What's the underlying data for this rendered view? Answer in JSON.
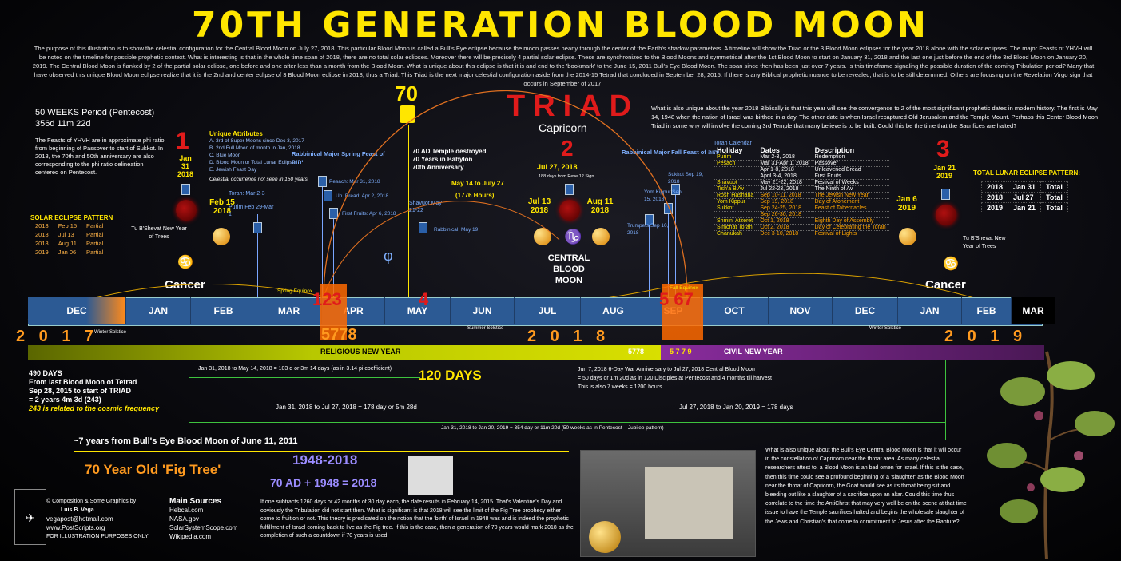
{
  "title": "70TH GENERATION BLOOD MOON",
  "intro": "The purpose of this illustration is to show the celestial configuration for the Central Blood Moon on July 27, 2018. This particular Blood Moon is called a Bull's Eye eclipse because the moon passes nearly through the center of the Earth's shadow parameters. A timeline will show the Triad or the 3 Blood Moon eclipses for the year 2018 alone with the solar eclipses. The major Feasts of YHVH will be noted on the timeline for possible prophetic context. What is interesting is that in the whole time span of 2018, there are no total solar eclipses. Moreover there will be precisely 4 partial solar eclipse. These are synchronized to the Blood Moons and symmetrical after the 1st Blood Moon to start on January 31, 2018 and the last one just before the end of the 3rd Blood Moon on January 20, 2019. The Central Blood Moon is flanked by 2 of the partial solar eclipse, one before and one after less than a month from the Blood Moon. What is unique about this eclipse is that it is and end to the 'bookmark' to the June 15, 2011 Bull's Eye Blood Moon. The span since then has been just over 7 years. Is this timeframe signaling the possible duration of the coming Tribulation period? Many that have observed this unique Blood Moon eclipse realize that it is the 2nd and center eclipse of 3 Blood Moon eclipse in 2018, thus a Triad. This Triad is the next major celestial configuration aside from the 2014-15 Tetrad that concluded in September 28, 2015. If there is any Biblical prophetic nuance to be revealed, that is to be still determined. Others are focusing on the Revelation Virgo sign that occurs in September of 2017.",
  "left": {
    "weeks_title": "50 WEEKS Period (Pentecost)",
    "weeks_value": "356d 11m 22d",
    "feasts_text": "The Feasts of YHVH are in approximate phi ratio from beginning of Passover to start of Sukkot. In 2018, the 70th and 50th anniversary are also corresponding to the phi ratio delineation centered on Pentecost.",
    "solar_title": "SOLAR ECLIPSE PATTERN",
    "solar_rows": [
      [
        "2018",
        "Feb 15",
        "Partial"
      ],
      [
        "2018",
        "Jul 13",
        "Partial"
      ],
      [
        "2018",
        "Aug 11",
        "Partial"
      ],
      [
        "2019",
        "Jan 06",
        "Partial"
      ]
    ]
  },
  "unique": {
    "title": "Unique Attributes",
    "items": [
      "A. 3rd of Super Moons since Dec 3, 2017",
      "B. 2nd Full Moon of month in Jan, 2018",
      "C. Blue Moon",
      "D. Blood Moon or Total Lunar Eclipse",
      "E. Jewish Feast Day"
    ],
    "note": "Celestial occurrence not seen in 150 years"
  },
  "moon1": {
    "num": "1",
    "date": "Jan 31",
    "year": "2018"
  },
  "moon2": {
    "num": "2",
    "date": "Jul 27, 2018",
    "sub": "188 days from Reve 12 Sign",
    "central": "CENTRAL BLOOD MOON"
  },
  "moon3": {
    "num": "3",
    "date": "Jan 21",
    "year": "2019"
  },
  "solar_labels": {
    "feb": "Feb 15 2018",
    "jul": "Jul 13 2018",
    "aug": "Aug 11 2018",
    "jan": "Jan 6 2019"
  },
  "tub_left": "Tu B'Shevat New Year of Trees",
  "tub_right": "Tu B'Shevat New Year of Trees",
  "cancer": "Cancer",
  "capricorn": "Capricorn",
  "triad": "TRIAD",
  "seventy": "70",
  "temple_text": [
    "70 AD Temple destroyed",
    "70 Years in Babylon",
    "70th Anniversary"
  ],
  "rabbinical_spring": "Rabbinical Major Spring Feast of יהוה",
  "rabbinical_fall": "Rabbinical Major Fall Feast of יהוה",
  "feast_marks": {
    "torah": "Torah: Mar 2-3",
    "purim": "Purim Feb 29-Mar 1",
    "pesach": "Pesach: Mar 31, 2018",
    "unbread": "Un. Bread: Apr 2, 2018",
    "firstfruits": "First Fruits: Apr 6, 2018",
    "shavuot": "Shavuot May 21-22",
    "rabbinical_may": "Rabbinical: May 19",
    "sukkot": "Sukkot Sep 19, 2018",
    "yomkippur": "Yom Kippur Sep 15, 2018",
    "trumpets": "Trumpets Sep 10, 2018"
  },
  "may_july": {
    "label": "May 14 to July 27",
    "hours": "(1776 Hours)"
  },
  "months": [
    "DEC",
    "JAN",
    "FEB",
    "MAR",
    "APR",
    "MAY",
    "JUN",
    "JUL",
    "AUG",
    "SEP",
    "OCT",
    "NOV",
    "DEC",
    "JAN",
    "FEB",
    "MAR"
  ],
  "timeline_marks": {
    "spring": "Spring Equinox",
    "fall": "Fall Equinox",
    "winter1": "Winter Solstice",
    "summer": "Summer Solstice",
    "winter2": "Winter Solstice",
    "n123": "123",
    "n4": "4",
    "n567": "5 67",
    "phi": "φ"
  },
  "years": {
    "y2017": "2 0 1 7",
    "y2018": "2 0 1 8",
    "y2019": "2 0 1 9",
    "h5778": "5778",
    "h5778b": "5778",
    "h5779": "5 7 7 9"
  },
  "religious": "RELIGIOUS NEW YEAR",
  "civil": "CIVIL NEW YEAR",
  "days490": [
    "490 DAYS",
    "From last Blood Moon of Tetrad",
    "Sep 28, 2015 to start of TRIAD",
    "= 2 years 4m 3d (243)"
  ],
  "days490_note": "243 is related to the cosmic frequency",
  "span1": "Jan 31, 2018 to May 14, 2018 = 103 d or 3m 14 days (as in 3.14 pi coefficient)",
  "days120": "120 DAYS",
  "span2": "Jun 7, 2018 6-Day War Anniversary to Jul 27, 2018 Central Blood Moon",
  "span2b": "= 50 days or 1m 20d as in 120 Disciples at Pentecost and 4 months till harvest",
  "span2c": "This is also 7 weeks = 1200 hours",
  "span3": "Jan 31, 2018 to Jul 27, 2018 = 178 day or 5m 28d",
  "span4": "Jul 27, 2018 to Jan 20, 2019 = 178 days",
  "span5": "Jan 31, 2018 to Jan 20, 2019 = 354 day or 11m 20d (50 weeks as in Pentecost – Jubilee pattern)",
  "seven_years": "~7 years from Bull's Eye Blood Moon of June 11, 2011",
  "fig_tree": "70 Year Old 'Fig Tree'",
  "y1948": "1948-2018",
  "ad70": "70 AD + 1948 = 2018",
  "credits": {
    "line1": "© Composition & Some Graphics by",
    "name": "Luis B. Vega",
    "email": "vegapost@hotmail.com",
    "site": "www.PostScripts.org",
    "note": "FOR ILLUSTRATION PURPOSES ONLY"
  },
  "sources": {
    "title": "Main Sources",
    "items": [
      "Hebcal.com",
      "NASA.gov",
      "SolarSystemScope.com",
      "Wikipedia.com"
    ]
  },
  "bottom_text": "If one subtracts 1260 days or 42 months of 30 day each, the date results in February 14, 2015. That's Valentine's Day and obviously the Tribulation did not start then. What is significant is that 2018 will see the limit of the Fig Tree prophecy either come to fruition or not. This theory is predicated on the notion that the 'birth' of Israel in 1948 was and is indeed the prophetic fulfillment of Israel coming back to live as the Fig tree. If this is the case, then a generation of 70 years would mark 2018 as the completion of such a countdown if 70 years is used.",
  "right_text": "What is also unique about the year 2018 Biblically is that this year will see the convergence to 2 of the most significant prophetic dates in modern history. The first is May 14, 1948 when the nation of Israel was birthed in a day. The other date is when Israel recaptured Old Jerusalem and the Temple Mount. Perhaps this Center Blood Moon Triad in some why will involve the coming 3rd Temple that many believe is to be built. Could this be the time that the Sacrifices are halted?",
  "capricorn_text": "What is also unique about the Bull's Eye Central Blood Moon is that it will occur in the constellation of Capricorn near the throat area. As many celestial researchers attest to, a Blood Moon is an bad omen for Israel. If this is the case, then this time could see a profound beginning of a 'slaughter' as the Blood Moon near the throat of Capricorn, the Goat would see as its throat being slit and bleeding out like a slaughter of a sacrifice upon an altar. Could this time thus correlate to the time the AntiChrist that may very well be on the scene at that time issue to have the Temple sacrifices halted and begins the wholesale slaughter of the Jews and Christian's that come to commitment to Jesus after the Rapture?",
  "torah_cal": {
    "title": "Torah Calendar",
    "headers": [
      "Holiday",
      "Dates",
      "Description"
    ],
    "rows": [
      [
        "Purim",
        "Mar 2-3, 2018",
        "Redemption"
      ],
      [
        "Pesach",
        "Mar 31-Apr 1, 2018",
        "Passover"
      ],
      [
        "",
        "Apr 1-8, 2018",
        "Unleavened Bread"
      ],
      [
        "",
        "April 3-4, 2018",
        "First Fruits"
      ],
      [
        "Shavuot",
        "May 21-22, 2018",
        "Festival of Weeks"
      ],
      [
        "Tish'a B'Av",
        "Jul 22-23, 2018",
        "The Ninth of Av"
      ],
      [
        "Rosh Hashana",
        "Sep 10-11, 2018",
        "The Jewish New Year"
      ],
      [
        "Yom Kippur",
        "Sep 19, 2018",
        "Day of Atonement"
      ],
      [
        "Sukkot",
        "Sep 24-25, 2018",
        "Feast of Tabernacles"
      ],
      [
        "",
        "Sep 26-30, 2018",
        ""
      ],
      [
        "Shmini Atzeret",
        "Oct 1, 2018",
        "Eighth Day of Assembly"
      ],
      [
        "Simchat Torah",
        "Oct 2, 2018",
        "Day of Celebrating the Torah"
      ],
      [
        "Chanukah",
        "Dec 3-10, 2018",
        "Festival of Lights"
      ]
    ]
  },
  "lunar_title": "TOTAL LUNAR ECLIPSE PATTERN:",
  "lunar_rows": [
    [
      "2018",
      "Jan 31",
      "Total"
    ],
    [
      "2018",
      "Jul 27",
      "Total"
    ],
    [
      "2019",
      "Jan 21",
      "Total"
    ]
  ]
}
